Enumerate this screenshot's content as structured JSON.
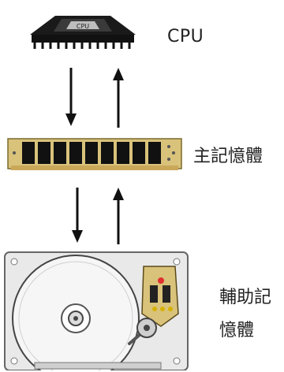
{
  "nodes": {
    "cpu": {
      "label": "CPU",
      "icon": "cpu-chip-icon"
    },
    "main_memory": {
      "label": "主記憶體",
      "icon": "ram-module-icon"
    },
    "secondary_storage": {
      "label_line1": "輔助記",
      "label_line2": "憶體",
      "icon": "hard-disk-icon"
    }
  },
  "edges": [
    {
      "from": "cpu",
      "to": "main_memory"
    },
    {
      "from": "main_memory",
      "to": "cpu"
    },
    {
      "from": "main_memory",
      "to": "secondary_storage"
    },
    {
      "from": "secondary_storage",
      "to": "main_memory"
    }
  ],
  "colors": {
    "ink": "#111111",
    "pcb": "#d9c27a",
    "disk_platter": "#f4f4f4",
    "led": "#e03030"
  }
}
